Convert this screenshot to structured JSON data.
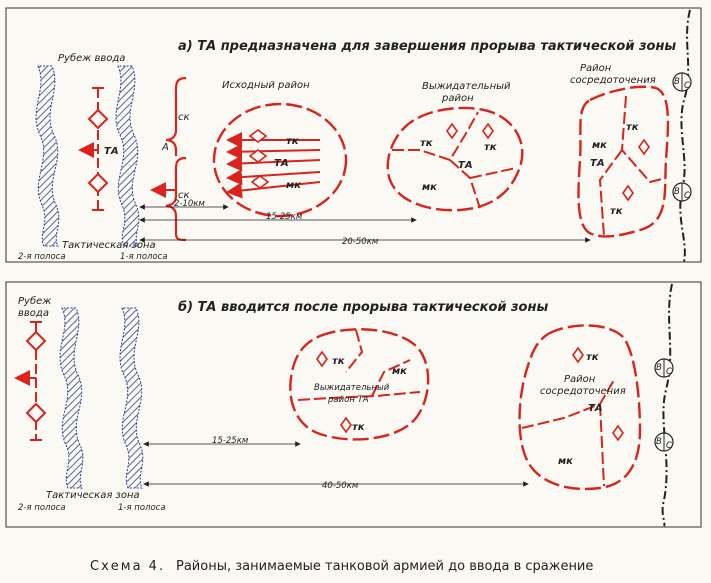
{
  "caption": {
    "prefix": "Схема 4.",
    "text": "Районы, занимаемые танковой армией до ввода в сражение"
  },
  "panel_a": {
    "title": "а) ТА предназначена для завершения прорыва тактической зоны",
    "line_label": "Рубеж ввода",
    "zone_label": "Тактическая зона",
    "strip2": "2-я полоса",
    "strip1": "1-я полоса",
    "army": "ТА",
    "corps1": "ск",
    "corps2": "ск",
    "army_letter": "А",
    "area1": {
      "title": "Исходный район",
      "units": [
        "тк",
        "ТА",
        "мк"
      ]
    },
    "area2": {
      "title1": "Выжидательный",
      "title2": "район",
      "units": [
        "тк",
        "тк",
        "ТА",
        "мк"
      ]
    },
    "area3": {
      "title1": "Район",
      "title2": "сосредоточения",
      "units": [
        "тк",
        "мк",
        "ТА",
        "тк"
      ]
    },
    "dist1": "2-10км",
    "dist2": "15-25км",
    "dist3": "20-50км",
    "marker": {
      "top": "В",
      "bottom": "С"
    }
  },
  "panel_b": {
    "title": "б) ТА вводится после прорыва тактической зоны",
    "line_label1": "Рубеж",
    "line_label2": "ввода",
    "zone_label": "Тактическая зона",
    "strip2": "2-я полоса",
    "strip1": "1-я полоса",
    "area2": {
      "title1": "Выжидательный",
      "title2": "район ТА",
      "units": [
        "тк",
        "мк",
        "тк"
      ]
    },
    "area3": {
      "title1": "Район",
      "title2": "сосредоточения",
      "title3": "ТА",
      "units": [
        "тк",
        "мк"
      ]
    },
    "dist1": "15-25км",
    "dist2": "40-50км",
    "marker": {
      "top": "В",
      "bottom": "С"
    }
  },
  "colors": {
    "accent": "#d8231f",
    "hatch": "#2c3e8c",
    "ink": "#222222"
  }
}
